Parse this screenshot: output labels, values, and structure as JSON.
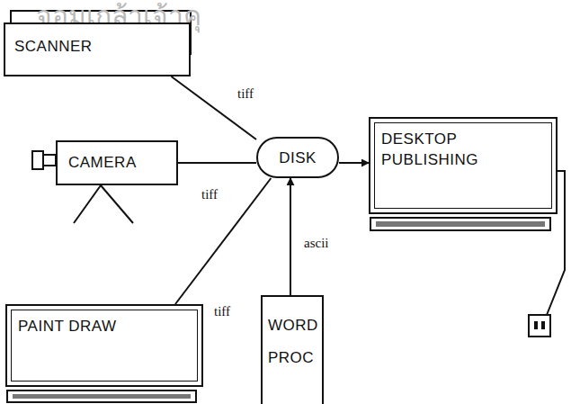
{
  "diagram": {
    "nodes": [
      {
        "text": [
          "SCANNER"
        ]
      },
      {
        "text": [
          "CAMERA"
        ]
      },
      {
        "text": [
          "DISK"
        ]
      },
      {
        "text": [
          "DESKTOP PUBLISHING"
        ]
      },
      {
        "text": [
          "PAINT DRAW"
        ]
      },
      {
        "text": [
          "WORD PROC"
        ]
      }
    ],
    "edges": [
      {
        "from": 0,
        "to": 2,
        "label": "tiff",
        "arrow": "none"
      },
      {
        "from": 1,
        "to": 2,
        "label": "tiff",
        "arrow": "none"
      },
      {
        "from": 4,
        "to": 2,
        "label": "tiff",
        "arrow": "none"
      },
      {
        "from": 5,
        "to": 2,
        "label": "ascii",
        "arrow": "to"
      },
      {
        "from": 2,
        "to": 3,
        "arrow": "to"
      }
    ],
    "labels": [
      "จอมเกล้าเจ้าคุ"
    ]
  }
}
